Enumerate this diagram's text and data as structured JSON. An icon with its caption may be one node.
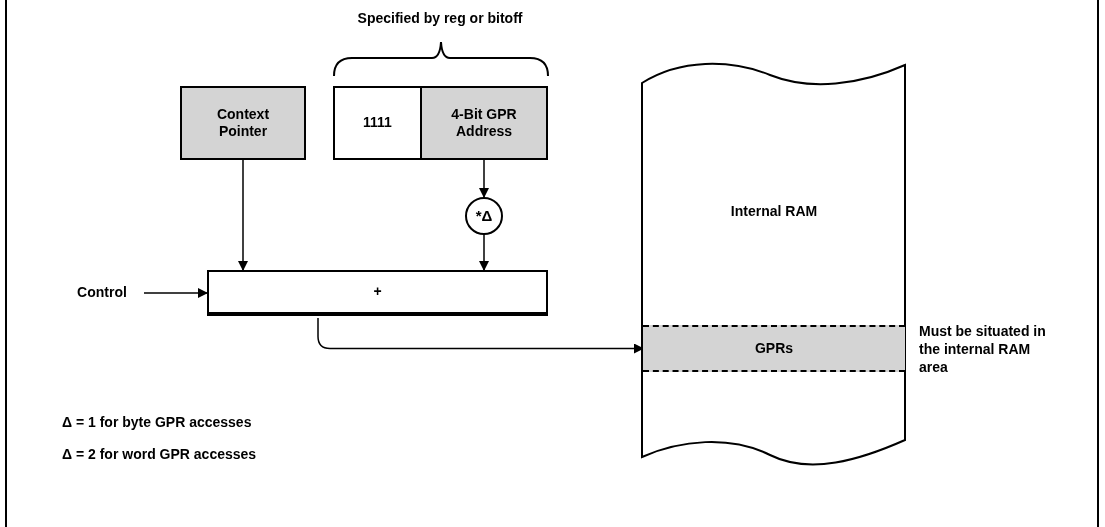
{
  "diagram": {
    "nodes": [
      {
        "text": [
          "Context Pointer"
        ]
      },
      {
        "text": [
          "1111"
        ]
      },
      {
        "text": [
          "4-Bit GPR Address"
        ]
      },
      {
        "text": [
          "*Δ"
        ]
      },
      {
        "text": [
          "+"
        ]
      },
      {
        "text": [
          "Control"
        ]
      },
      {
        "text": [
          "Internal RAM"
        ]
      },
      {
        "text": [
          "GPRs"
        ],
        "in": 6,
        "beside": [
          "Must be situated in the internal RAM area"
        ]
      }
    ],
    "edges": [
      {
        "from": 0,
        "to": 4,
        "arrow": "to"
      },
      {
        "from": 2,
        "to": 3,
        "arrow": "to"
      },
      {
        "from": 3,
        "to": 4,
        "arrow": "to"
      },
      {
        "from": 5,
        "to": 4,
        "arrow": "to"
      },
      {
        "from": 4,
        "to": 7,
        "arrow": "to"
      }
    ],
    "labels": [
      "Specified by reg or bitoff",
      "Δ = 1 for byte GPR accesses",
      "Δ = 2 for word GPR accesses"
    ]
  }
}
